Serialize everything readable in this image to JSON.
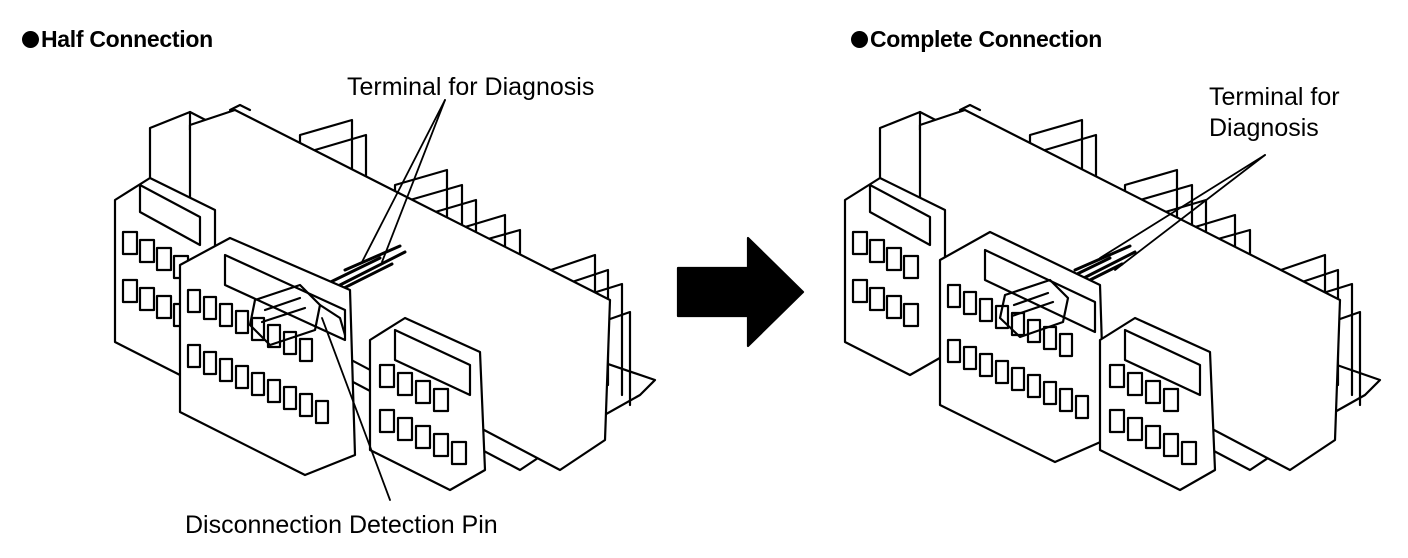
{
  "left_panel": {
    "heading": "Half Connection",
    "terminal_label": "Terminal for Diagnosis",
    "pin_label": "Disconnection Detection Pin"
  },
  "right_panel": {
    "heading": "Complete Connection",
    "terminal_label_line1": "Terminal for",
    "terminal_label_line2": "Diagnosis"
  },
  "icons": {
    "bullet": "black-circle",
    "transition": "right-arrow"
  },
  "colors": {
    "ink": "#000000",
    "paper": "#ffffff"
  }
}
